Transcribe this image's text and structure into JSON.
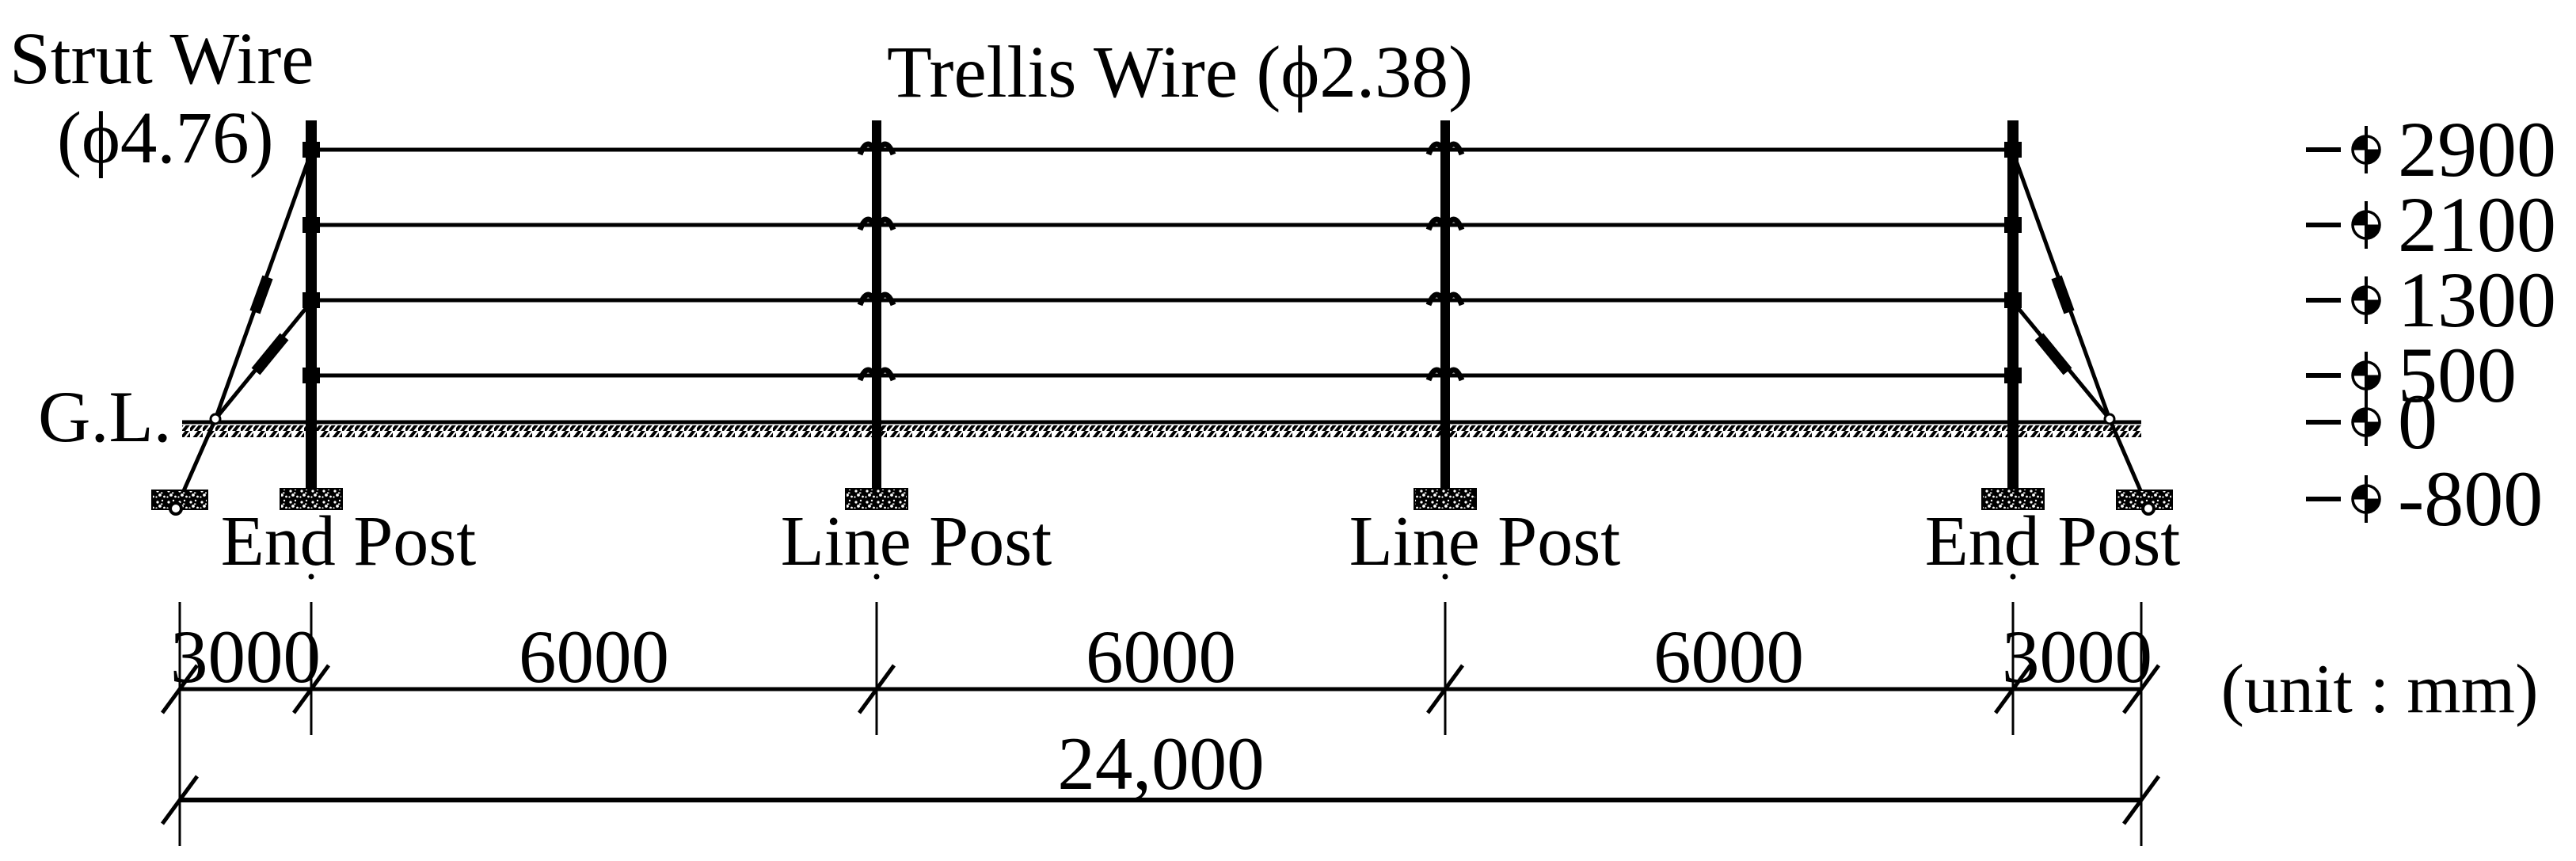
{
  "colors": {
    "ink": "#000000",
    "background": "#ffffff"
  },
  "labels": {
    "strut_wire_line1": "Strut Wire",
    "strut_wire_line2": "(ϕ4.76)",
    "trellis_wire": "Trellis Wire (ϕ2.38)",
    "ground_level": "G.L.",
    "unit_note": "(unit : mm)"
  },
  "posts": [
    {
      "label": "End Post"
    },
    {
      "label": "Line Post"
    },
    {
      "label": "Line Post"
    },
    {
      "label": "End Post"
    }
  ],
  "elevations": [
    {
      "value": "2900"
    },
    {
      "value": "2100"
    },
    {
      "value": "1300"
    },
    {
      "value": "500"
    },
    {
      "value": "0"
    },
    {
      "value": "-800"
    }
  ],
  "dimensions": {
    "segments": [
      {
        "value": "3000"
      },
      {
        "value": "6000"
      },
      {
        "value": "6000"
      },
      {
        "value": "6000"
      },
      {
        "value": "3000"
      }
    ],
    "total": "24,000"
  }
}
